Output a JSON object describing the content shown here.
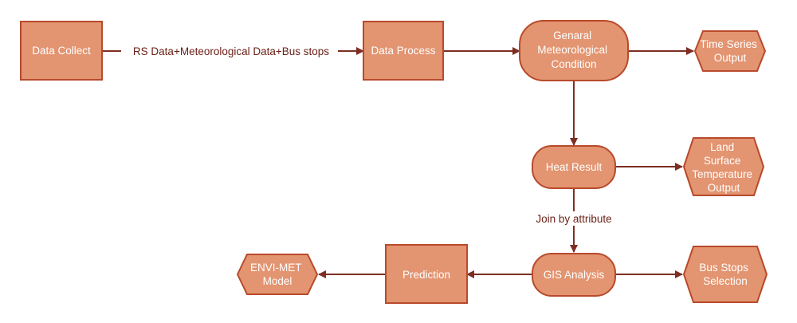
{
  "nodes": {
    "data_collect": "Data Collect",
    "data_process": "Data Process",
    "general_condition": [
      "Genaral",
      "Meteorological",
      "Condition"
    ],
    "time_series_output": [
      "Time Series",
      "Output"
    ],
    "heat_result": "Heat Result",
    "lst_output": [
      "Land",
      "Surface",
      "Temperature",
      "Output"
    ],
    "gis_analysis": "GIS Analysis",
    "bus_stops_selection": [
      "Bus Stops",
      "Selection"
    ],
    "prediction": "Prediction",
    "envi_met_model": [
      "ENVI-MET",
      "Model"
    ]
  },
  "edges": {
    "collect_to_process": "RS Data+Meteorological Data+Bus stops",
    "heat_to_gis": "Join by attribute"
  },
  "colors": {
    "node_fill": "#E39470",
    "node_stroke": "#B84A2C",
    "connector": "#7E2E23",
    "node_text": "#FFFFFF",
    "edge_text": "#6B1F16"
  }
}
